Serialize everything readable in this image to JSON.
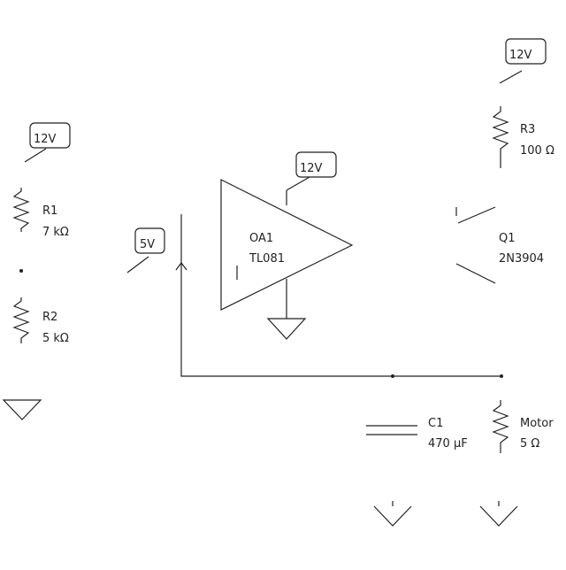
{
  "colors": {
    "background": "#ffffff",
    "ink": "#222222"
  },
  "supplies": {
    "left_12v": "12V",
    "center_12v": "12V",
    "right_12v": "12V",
    "ref_5v": "5V"
  },
  "components": {
    "r1": {
      "name": "R1",
      "value": "7 kΩ"
    },
    "r2": {
      "name": "R2",
      "value": "5 kΩ"
    },
    "r3": {
      "name": "R3",
      "value": "100 Ω"
    },
    "opamp": {
      "name": "OA1",
      "part": "TL081"
    },
    "q1": {
      "name": "Q1",
      "part": "2N3904"
    },
    "c1": {
      "name": "C1",
      "value": "470 μF"
    },
    "motor": {
      "name": "Motor",
      "value": "5 Ω"
    }
  }
}
